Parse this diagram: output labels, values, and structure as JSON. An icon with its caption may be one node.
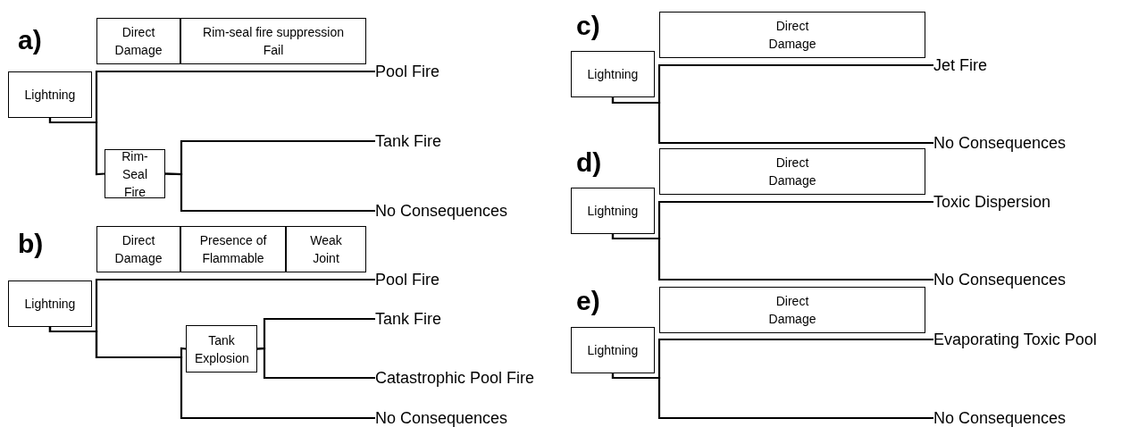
{
  "diagram": {
    "nodes": [
      {
        "text": [
          "Direct Damage"
        ]
      },
      {
        "text": [
          "Rim-seal fire suppression Fail"
        ]
      },
      {
        "text": [
          "Lightning"
        ]
      },
      {
        "text": [
          "Pool Fire"
        ]
      },
      {
        "text": [
          "Rim-Seal Fire"
        ]
      },
      {
        "text": [
          "Tank Fire"
        ]
      },
      {
        "text": [
          "No Consequences"
        ]
      },
      {
        "text": [
          "Direct Damage"
        ]
      },
      {
        "text": [
          "Presence of Flammable"
        ]
      },
      {
        "text": [
          "Weak Joint"
        ]
      },
      {
        "text": [
          "Lightning"
        ]
      },
      {
        "text": [
          "Pool Fire"
        ]
      },
      {
        "text": [
          "Tank Explosion"
        ]
      },
      {
        "text": [
          "Tank Fire"
        ]
      },
      {
        "text": [
          "Catastrophic Pool Fire"
        ]
      },
      {
        "text": [
          "No Consequences"
        ]
      },
      {
        "text": [
          "Direct Damage"
        ]
      },
      {
        "text": [
          "Lightning"
        ]
      },
      {
        "text": [
          "Jet Fire"
        ]
      },
      {
        "text": [
          "No Consequences"
        ]
      },
      {
        "text": [
          "Direct Damage"
        ]
      },
      {
        "text": [
          "Lightning"
        ]
      },
      {
        "text": [
          "Toxic Dispersion"
        ]
      },
      {
        "text": [
          "No Consequences"
        ]
      },
      {
        "text": [
          "Direct Damage"
        ]
      },
      {
        "text": [
          "Lightning"
        ]
      },
      {
        "text": [
          "Evaporating Toxic Pool"
        ]
      },
      {
        "text": [
          "No Consequences"
        ]
      }
    ],
    "edges": [
      {
        "from": 2,
        "to": 3,
        "arrow": "none"
      },
      {
        "from": 2,
        "to": 4,
        "arrow": "none"
      },
      {
        "from": 4,
        "to": 5,
        "arrow": "none"
      },
      {
        "from": 4,
        "to": 6,
        "arrow": "none"
      },
      {
        "from": 10,
        "to": 11,
        "arrow": "none"
      },
      {
        "from": 10,
        "to": 12,
        "arrow": "none"
      },
      {
        "from": 10,
        "to": 15,
        "arrow": "none"
      },
      {
        "from": 12,
        "to": 13,
        "arrow": "none"
      },
      {
        "from": 12,
        "to": 14,
        "arrow": "none"
      },
      {
        "from": 17,
        "to": 18,
        "arrow": "none"
      },
      {
        "from": 17,
        "to": 19,
        "arrow": "none"
      },
      {
        "from": 21,
        "to": 22,
        "arrow": "none"
      },
      {
        "from": 21,
        "to": 23,
        "arrow": "none"
      },
      {
        "from": 25,
        "to": 26,
        "arrow": "none"
      },
      {
        "from": 25,
        "to": 27,
        "arrow": "none"
      }
    ],
    "labels": [
      "a)",
      "b)",
      "c)",
      "d)",
      "e)"
    ]
  }
}
